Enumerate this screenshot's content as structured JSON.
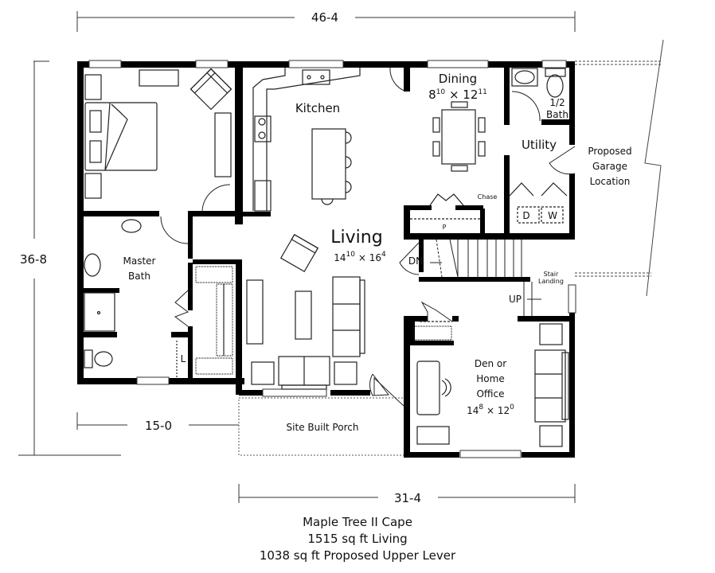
{
  "plan": {
    "title": "Maple Tree II Cape",
    "living_area": "1515 sq ft Living",
    "upper_level": "1038 sq ft Proposed Upper Lever"
  },
  "dimensions": {
    "overall_width": "46-4",
    "overall_depth": "36-8",
    "left_offset": "15-0",
    "front_width": "31-4"
  },
  "rooms": {
    "kitchen": {
      "name": "Kitchen"
    },
    "dining": {
      "name": "Dining",
      "size_w": "8",
      "size_w_in": "10",
      "size_d": "12",
      "size_d_in": "11"
    },
    "half_bath": {
      "name_1": "1/2",
      "name_2": "Bath"
    },
    "utility": {
      "name": "Utility"
    },
    "garage": {
      "line_1": "Proposed",
      "line_2": "Garage",
      "line_3": "Location"
    },
    "living": {
      "name": "Living",
      "size_w": "14",
      "size_w_in": "10",
      "size_d": "16",
      "size_d_in": "4"
    },
    "master_bath": {
      "line_1": "Master",
      "line_2": "Bath"
    },
    "den": {
      "line_1": "Den or",
      "line_2": "Home",
      "line_3": "Office",
      "size_w": "14",
      "size_w_in": "8",
      "size_d": "12",
      "size_d_in": "0"
    },
    "porch": {
      "name": "Site Built Porch"
    }
  },
  "labels": {
    "chase": "Chase",
    "pantry": "P",
    "dryer": "D",
    "washer": "W",
    "down": "DN",
    "up": "UP",
    "stair_landing_1": "Stair",
    "stair_landing_2": "Landing",
    "linen": "L",
    "times": "×"
  }
}
